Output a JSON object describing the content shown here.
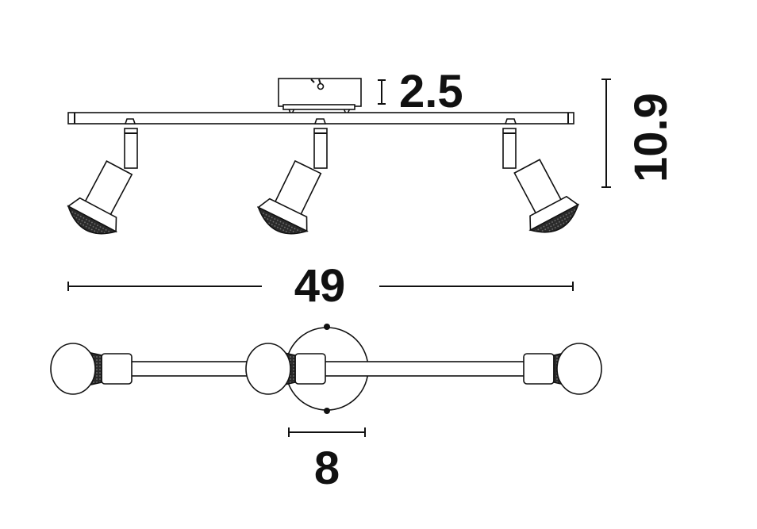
{
  "dimensions": {
    "base_height": "2.5",
    "total_height": "10.9",
    "total_width": "49",
    "base_diameter": "8"
  },
  "colors": {
    "line": "#111111",
    "background": "#ffffff",
    "reflector": "#2a2a2a"
  }
}
